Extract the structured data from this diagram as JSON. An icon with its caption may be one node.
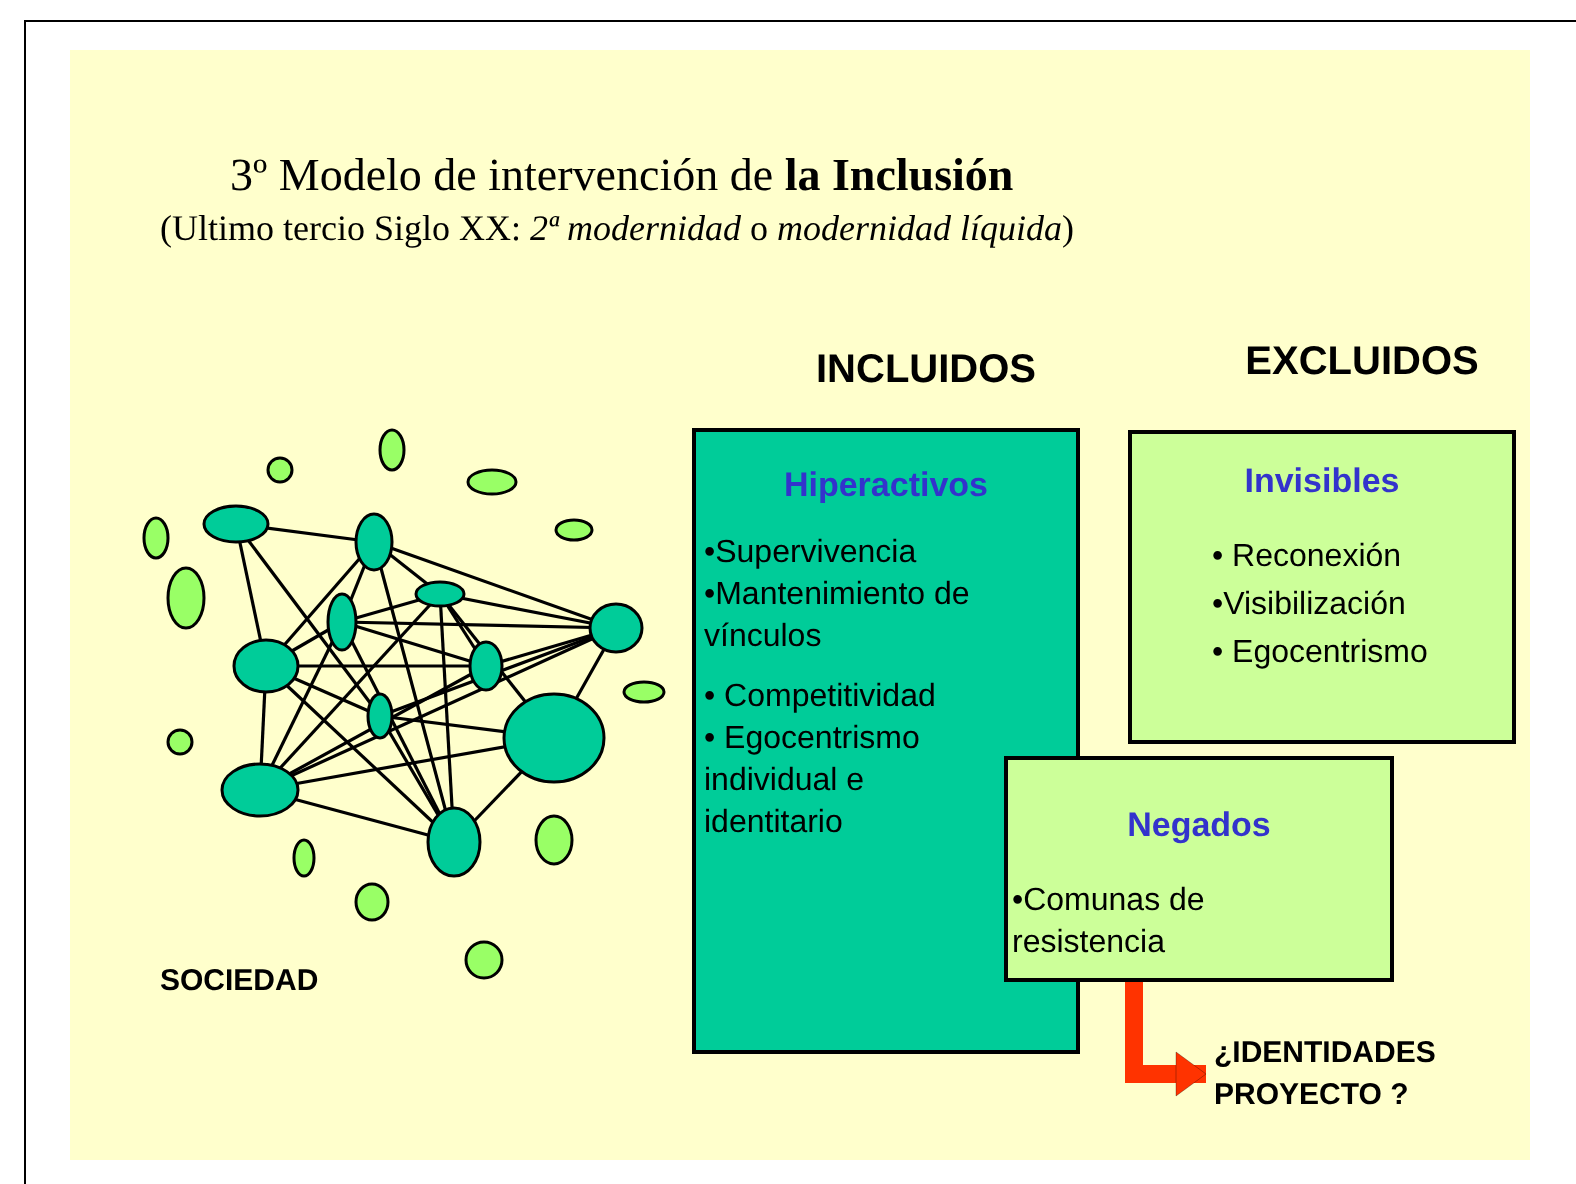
{
  "diagram": {
    "title": "3º Modelo de intervención de **la Inclusión**",
    "caption": "(Ultimo tercio Siglo XX: *2ª modernidad* o *modernidad líquida*)",
    "nodes": [
      {
        "text": [
          "INCLUIDOS",
          "Hiperactivos",
          "•Supervivencia",
          "•Mantenimiento de vínculos",
          "• Competitividad",
          "• Egocentrismo individual e identitario"
        ]
      },
      {
        "text": [
          "EXCLUIDOS",
          "Invisibles",
          "• Reconexión",
          "•Visibilización",
          "• Egocentrismo"
        ]
      },
      {
        "text": [
          "Negados",
          "•Comunas de resistencia"
        ]
      },
      {
        "text": [
          "¿IDENTIDADES PROYECTO ?"
        ]
      }
    ],
    "edges": [
      {
        "from": 2,
        "to": 3,
        "arrow": "to",
        "color": "#ff3300"
      }
    ],
    "labels": [
      "SOCIEDAD"
    ]
  }
}
